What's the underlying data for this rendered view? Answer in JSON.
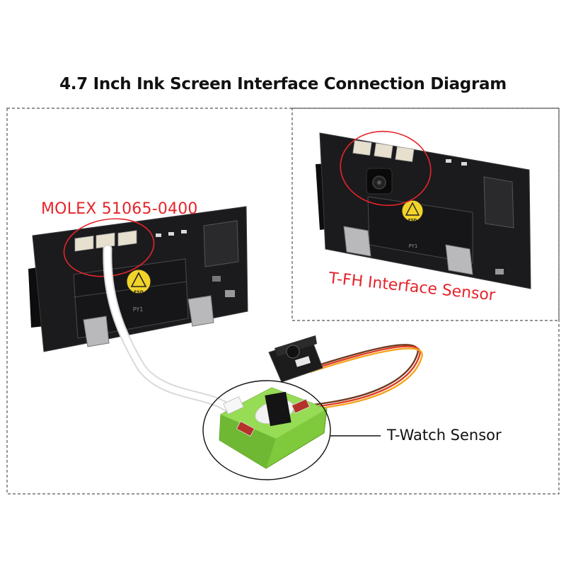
{
  "title": "4.7 Inch Ink Screen Interface Connection Diagram",
  "labels": {
    "molex": "MOLEX 51065-0400",
    "tfh": "T-FH Interface Sensor",
    "twatch": "T-Watch Sensor"
  },
  "board_marks": {
    "esd": "ESD",
    "silk": "PY1"
  },
  "colors": {
    "accent_red": "#e5242b",
    "pcb": "#1b1b1d",
    "sensor_green": "#8fd44a",
    "frame_dash": "#555555"
  }
}
